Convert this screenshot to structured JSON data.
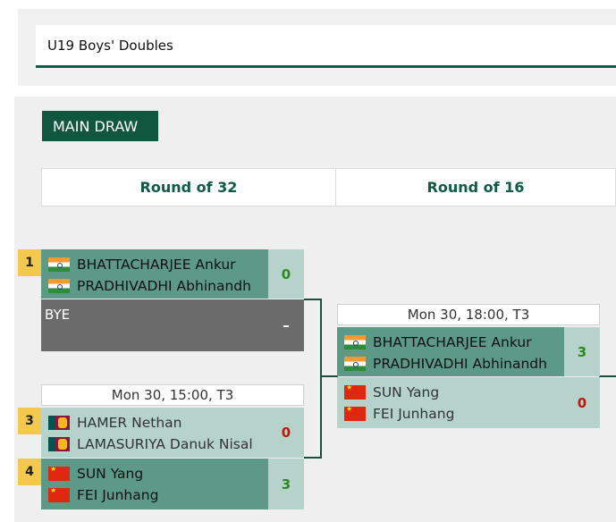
{
  "event_select": {
    "value": "U19 Boys' Doubles"
  },
  "main_draw_button": {
    "label": "MAIN DRAW"
  },
  "rounds": [
    {
      "label": "Round of 32"
    },
    {
      "label": "Round of 16"
    }
  ],
  "round32": {
    "match1": {
      "team1": {
        "seed": "1",
        "players": [
          {
            "name": "BHATTACHARJEE Ankur",
            "flag": "india-flag-icon"
          },
          {
            "name": "PRADHIVADHI Abhinandh",
            "flag": "india-flag-icon"
          }
        ],
        "score": "0"
      },
      "team2": {
        "label": "BYE",
        "score": "–"
      }
    },
    "match2": {
      "time": "Mon 30, 15:00, T3",
      "team1": {
        "seed": "3",
        "players": [
          {
            "name": "HAMER Nethan",
            "flag": "sri-lanka-flag-icon"
          },
          {
            "name": "LAMASURIYA Danuk Nisal",
            "flag": "sri-lanka-flag-icon"
          }
        ],
        "score": "0"
      },
      "team2": {
        "seed": "4",
        "players": [
          {
            "name": "SUN Yang",
            "flag": "china-flag-icon"
          },
          {
            "name": "FEI Junhang",
            "flag": "china-flag-icon"
          }
        ],
        "score": "3"
      }
    }
  },
  "round16": {
    "match1": {
      "time": "Mon 30, 18:00, T3",
      "team1": {
        "players": [
          {
            "name": "BHATTACHARJEE Ankur",
            "flag": "india-flag-icon"
          },
          {
            "name": "PRADHIVADHI Abhinandh",
            "flag": "india-flag-icon"
          }
        ],
        "score": "3"
      },
      "team2": {
        "players": [
          {
            "name": "SUN Yang",
            "flag": "china-flag-icon"
          },
          {
            "name": "FEI Junhang",
            "flag": "china-flag-icon"
          }
        ],
        "score": "0"
      }
    }
  },
  "colors": {
    "accent": "#11573f",
    "winner_team_bg": "#5c9a87",
    "loser_team_bg": "#b6d3cb",
    "seed_bg": "#f2c94c",
    "win_score": "#2b8a1e",
    "lose_score": "#c0180c",
    "bye_bg": "#6b6b6b"
  }
}
